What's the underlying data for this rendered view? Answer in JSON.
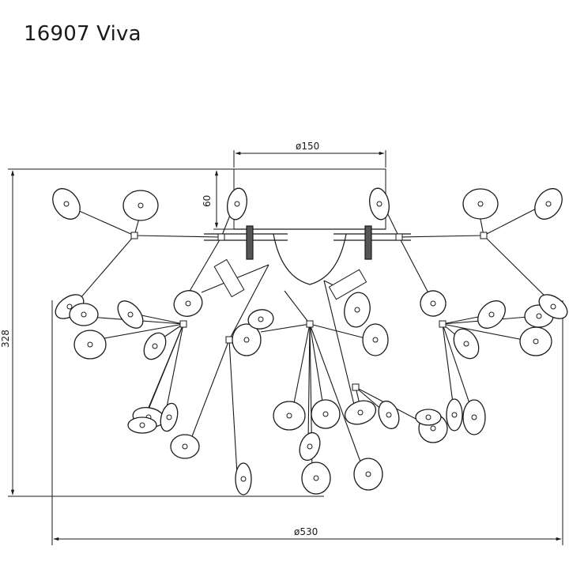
{
  "title": "16907 Viva",
  "dimensions": {
    "canopy_diameter": "ø150",
    "canopy_height": "60",
    "total_height": "328",
    "total_diameter": "ø530"
  },
  "colors": {
    "line": "#1a1a1a",
    "background": "#ffffff"
  }
}
